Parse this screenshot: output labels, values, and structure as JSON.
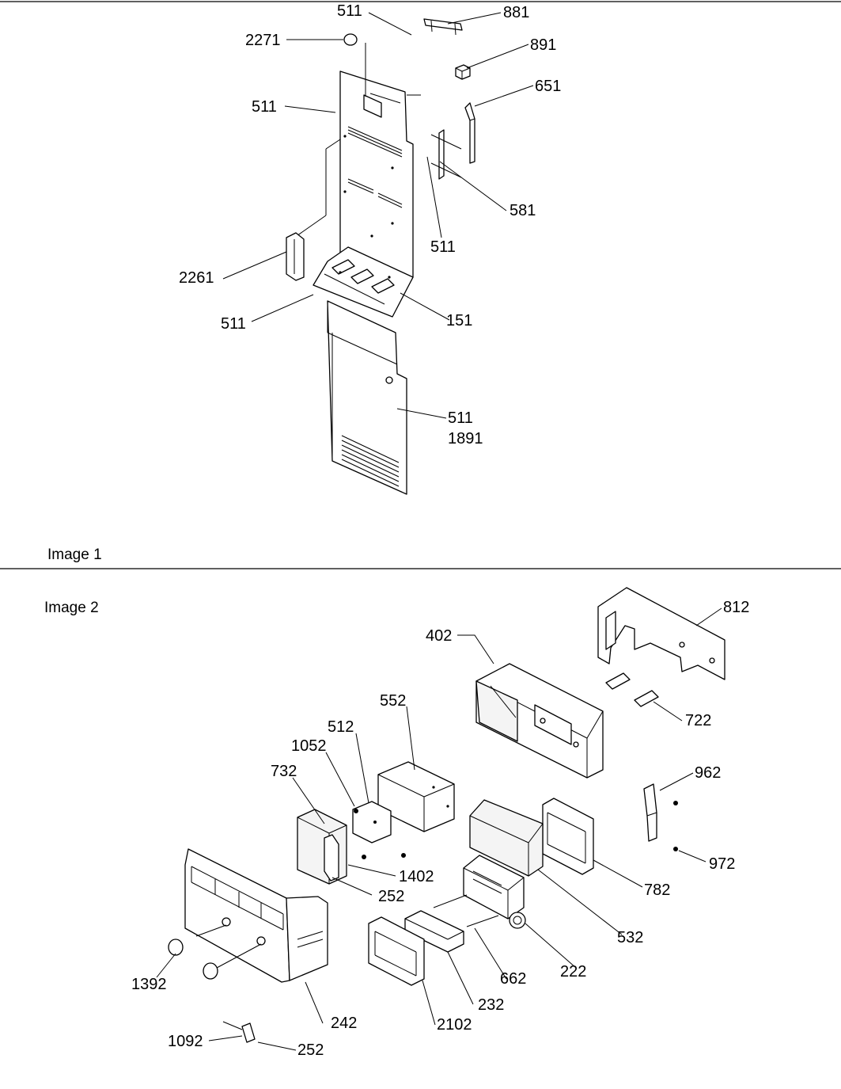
{
  "captions": {
    "image1": "Image 1",
    "image2": "Image 2"
  },
  "image1_callouts": [
    "511",
    "881",
    "2271",
    "891",
    "511",
    "651",
    "581",
    "511",
    "2261",
    "511",
    "151",
    "511",
    "1891"
  ],
  "image2_callouts": [
    "812",
    "402",
    "722",
    "552",
    "512",
    "1052",
    "732",
    "962",
    "972",
    "1402",
    "252",
    "782",
    "532",
    "222",
    "1392",
    "662",
    "232",
    "242",
    "2102",
    "1092",
    "252"
  ]
}
